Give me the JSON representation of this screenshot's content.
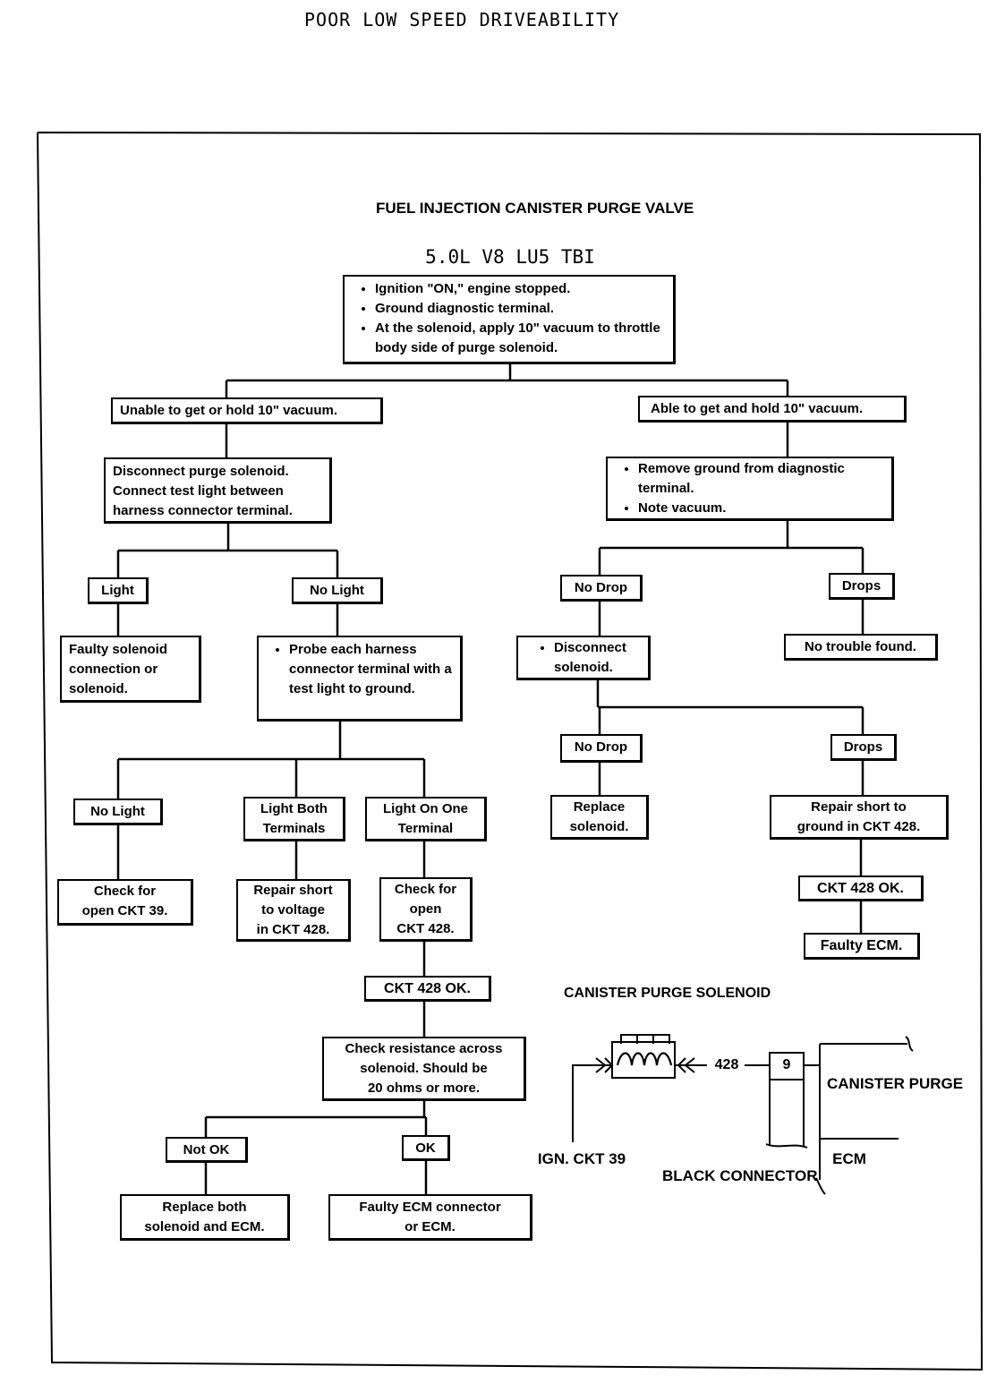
{
  "page_title": "POOR LOW SPEED DRIVEABILITY",
  "chart_title": [
    "FUEL INJECTION",
    "CANISTER PURGE VALVE"
  ],
  "engine": "5.0L V8 LU5 TBI",
  "start_box": [
    "Ignition \"ON,\" engine stopped.",
    "Ground diagnostic terminal.",
    "At the solenoid, apply 10\" vacuum to throttle body side of purge solenoid."
  ],
  "left": {
    "branch": "Unable to get or hold 10\" vacuum.",
    "step": [
      "Disconnect purge solenoid.",
      "Connect test light between",
      "harness connector terminal."
    ],
    "light": "Light",
    "no_light": "No Light",
    "faulty_solenoid": [
      "Faulty solenoid",
      "connection or",
      "solenoid."
    ],
    "probe": "Probe each harness connector terminal with a test light to ground.",
    "probe_no_light": "No Light",
    "light_both": [
      "Light Both",
      "Terminals"
    ],
    "light_one": [
      "Light On One",
      "Terminal"
    ],
    "check_ckt39": [
      "Check for",
      "open CKT 39."
    ],
    "repair_voltage": [
      "Repair short",
      "to voltage",
      "in CKT 428."
    ],
    "check_ckt428": [
      "Check for",
      "open",
      "CKT 428."
    ],
    "ckt428_ok": "CKT 428 OK.",
    "check_resistance": [
      "Check resistance across",
      "solenoid. Should be",
      "20 ohms or more."
    ],
    "not_ok": "Not OK",
    "ok": "OK",
    "replace_both": [
      "Replace both",
      "solenoid and ECM."
    ],
    "faulty_ecm_conn": [
      "Faulty ECM connector",
      "or ECM."
    ]
  },
  "right": {
    "branch": "Able to get and hold 10\" vacuum.",
    "step": [
      "Remove ground from diagnostic terminal.",
      "Note vacuum."
    ],
    "no_drop": "No Drop",
    "drops": "Drops",
    "disconnect": "Disconnect solenoid.",
    "no_trouble": "No trouble found.",
    "no_drop2": "No Drop",
    "drops2": "Drops",
    "replace_solenoid": [
      "Replace",
      "solenoid."
    ],
    "repair_ground": [
      "Repair short to",
      "ground in CKT 428."
    ],
    "ckt428_ok": "CKT 428 OK.",
    "faulty_ecm": "Faulty ECM."
  },
  "schematic": {
    "solenoid_label": [
      "CANISTER",
      "PURGE SOLENOID"
    ],
    "wire": "428",
    "pin": "9",
    "ecm_label": [
      "CANISTER",
      "PURGE"
    ],
    "ecm": "ECM",
    "ign": "IGN. CKT 39",
    "connector": [
      "BLACK",
      "CONNECTOR"
    ]
  }
}
